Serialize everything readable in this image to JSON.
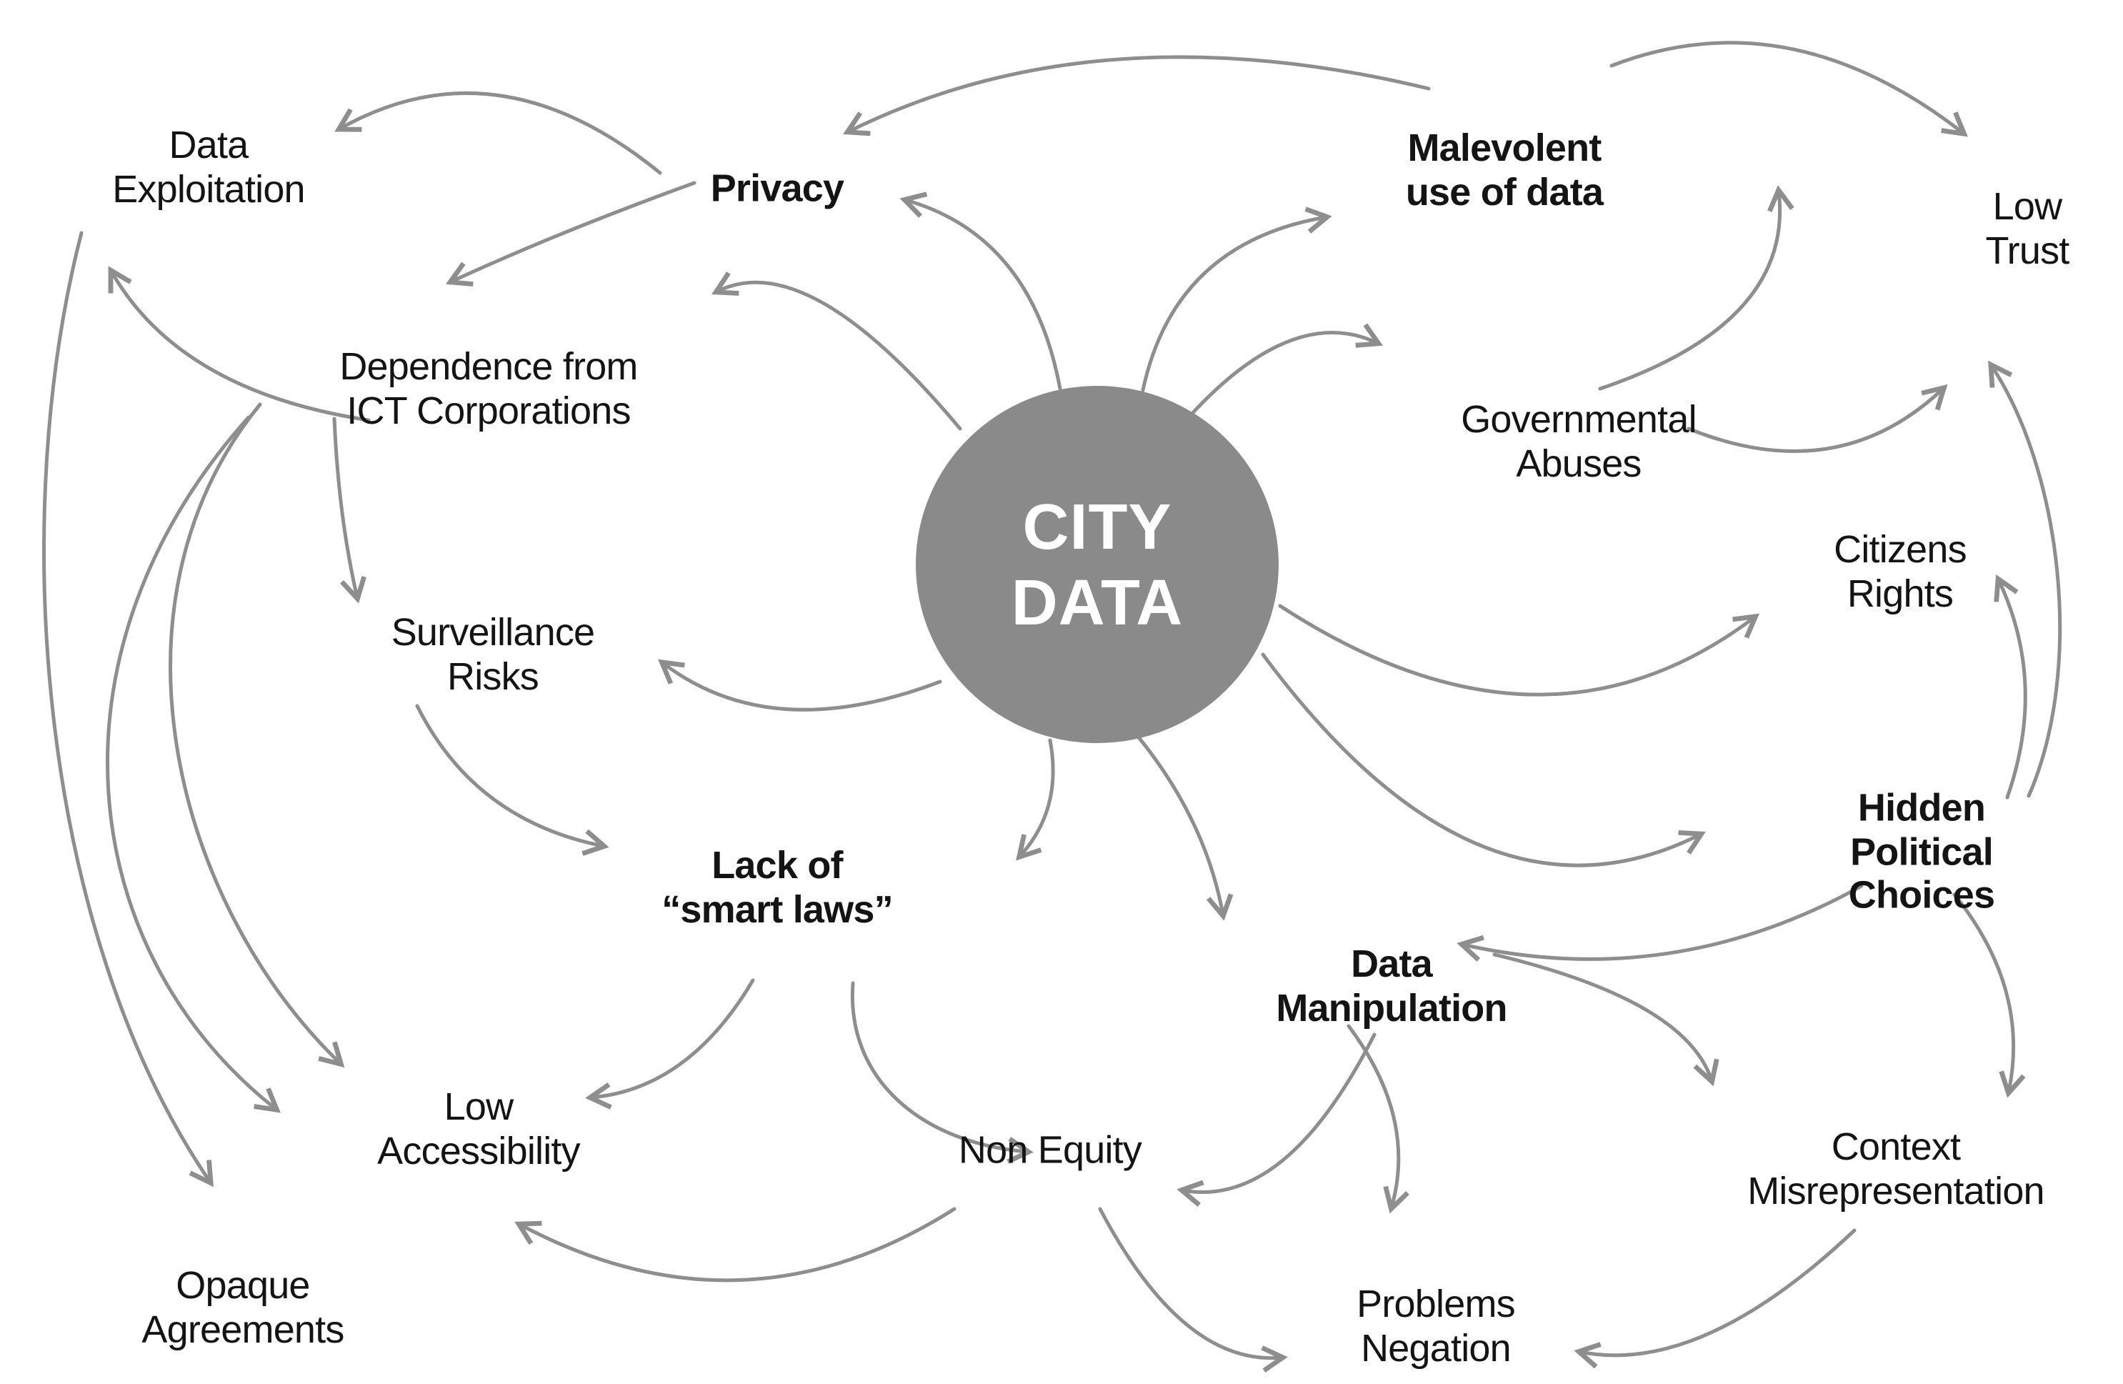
{
  "figure": {
    "type": "concept-map",
    "background": "#ffffff",
    "description": "Risks of city data concept map with central hub and curved arrows"
  },
  "center": {
    "id": "city-data",
    "label": "CITY\nDATA",
    "shape": "circle",
    "fill": "#8a8a8a",
    "text_color": "#ffffff"
  },
  "colors": {
    "arrow": "#8e8e8e",
    "node_text": "#141414"
  },
  "nodes": {
    "data-exploitation": {
      "label": "Data\nExploitation",
      "emphasis": "regular"
    },
    "privacy": {
      "label": "Privacy",
      "emphasis": "bold"
    },
    "malevolent-use-of-data": {
      "label": "Malevolent\nuse of data",
      "emphasis": "bold"
    },
    "low-trust": {
      "label": "Low\nTrust",
      "emphasis": "regular"
    },
    "dependence-from-ict-corporations": {
      "label": "Dependence from\nICT Corporations",
      "emphasis": "regular"
    },
    "governmental-abuses": {
      "label": "Governmental\nAbuses",
      "emphasis": "regular"
    },
    "citizens-rights": {
      "label": "Citizens\nRights",
      "emphasis": "regular"
    },
    "surveillance-risks": {
      "label": "Surveillance\nRisks",
      "emphasis": "regular"
    },
    "hidden-political-choices": {
      "label": "Hidden Political\nChoices",
      "emphasis": "bold"
    },
    "lack-of-smart-laws": {
      "label": "Lack of\n“smart laws”",
      "emphasis": "bold"
    },
    "data-manipulation": {
      "label": "Data\nManipulation",
      "emphasis": "bold"
    },
    "low-accessibility": {
      "label": "Low\nAccessibility",
      "emphasis": "regular"
    },
    "non-equity": {
      "label": "Non Equity",
      "emphasis": "regular"
    },
    "context-misrepresentation": {
      "label": "Context\nMisrepresentation",
      "emphasis": "regular"
    },
    "opaque-agreements": {
      "label": "Opaque\nAgreements",
      "emphasis": "regular"
    },
    "problems-negation": {
      "label": "Problems\nNegation",
      "emphasis": "regular"
    }
  },
  "edges": [
    {
      "from": "city-data",
      "to": "privacy"
    },
    {
      "from": "city-data",
      "to": "malevolent-use-of-data"
    },
    {
      "from": "city-data",
      "to": "governmental-abuses"
    },
    {
      "from": "city-data",
      "to": "dependence-from-ict-corporations"
    },
    {
      "from": "city-data",
      "to": "surveillance-risks"
    },
    {
      "from": "city-data",
      "to": "lack-of-smart-laws"
    },
    {
      "from": "city-data",
      "to": "data-manipulation"
    },
    {
      "from": "city-data",
      "to": "citizens-rights"
    },
    {
      "from": "city-data",
      "to": "hidden-political-choices"
    },
    {
      "from": "malevolent-use-of-data",
      "to": "privacy"
    },
    {
      "from": "malevolent-use-of-data",
      "to": "low-trust"
    },
    {
      "from": "privacy",
      "to": "data-exploitation"
    },
    {
      "from": "privacy",
      "to": "dependence-from-ict-corporations"
    },
    {
      "from": "dependence-from-ict-corporations",
      "to": "data-exploitation"
    },
    {
      "from": "dependence-from-ict-corporations",
      "to": "surveillance-risks"
    },
    {
      "from": "dependence-from-ict-corporations",
      "to": "low-accessibility"
    },
    {
      "from": "dependence-from-ict-corporations",
      "to": "low-accessibility"
    },
    {
      "from": "data-exploitation",
      "to": "opaque-agreements"
    },
    {
      "from": "governmental-abuses",
      "to": "malevolent-use-of-data"
    },
    {
      "from": "governmental-abuses",
      "to": "low-trust"
    },
    {
      "from": "hidden-political-choices",
      "to": "low-trust"
    },
    {
      "from": "hidden-political-choices",
      "to": "citizens-rights"
    },
    {
      "from": "hidden-political-choices",
      "to": "data-manipulation"
    },
    {
      "from": "hidden-political-choices",
      "to": "context-misrepresentation"
    },
    {
      "from": "surveillance-risks",
      "to": "lack-of-smart-laws"
    },
    {
      "from": "lack-of-smart-laws",
      "to": "non-equity"
    },
    {
      "from": "lack-of-smart-laws",
      "to": "low-accessibility"
    },
    {
      "from": "data-manipulation",
      "to": "non-equity"
    },
    {
      "from": "data-manipulation",
      "to": "context-misrepresentation"
    },
    {
      "from": "data-manipulation",
      "to": "problems-negation"
    },
    {
      "from": "context-misrepresentation",
      "to": "problems-negation"
    },
    {
      "from": "non-equity",
      "to": "problems-negation"
    },
    {
      "from": "non-equity",
      "to": "low-accessibility"
    }
  ]
}
